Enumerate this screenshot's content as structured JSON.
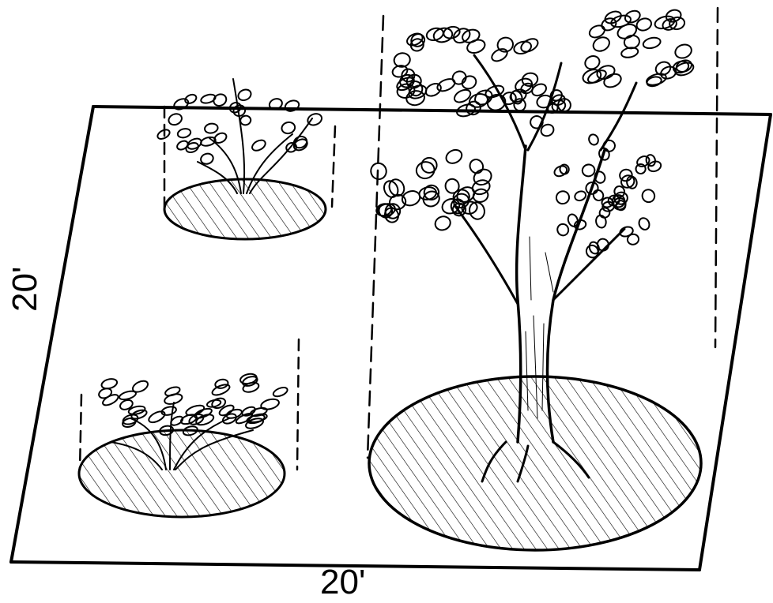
{
  "dimensions": {
    "width_label": "20'",
    "depth_label": "20'"
  },
  "plants": [
    {
      "kind": "small shrub",
      "icon": "shrub-icon"
    },
    {
      "kind": "low shrub",
      "icon": "shrub-icon"
    },
    {
      "kind": "tree",
      "icon": "tree-icon"
    }
  ],
  "colors": {
    "ink": "#000000",
    "paper": "#ffffff"
  }
}
